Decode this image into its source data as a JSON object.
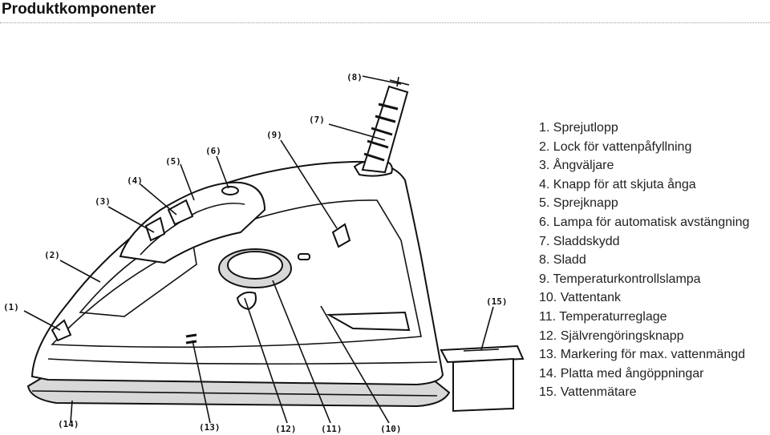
{
  "title": "Produktkomponenter",
  "parts": [
    "1. Sprejutlopp",
    "2. Lock för vattenpåfyllning",
    "3. Ångväljare",
    "4. Knapp för att skjuta ånga",
    "5. Sprejknapp",
    "6. Lampa för automatisk avstängning",
    "7. Sladdskydd",
    "8. Sladd",
    "9. Temperaturkontrollslampa",
    "10. Vattentank",
    "11. Temperaturreglage",
    "12. Självrengöringsknapp",
    "13. Markering för max. vattenmängd",
    "14. Platta med ångöppningar",
    "15. Vattenmätare"
  ],
  "callouts": [
    "(1)",
    "(2)",
    "(3)",
    "(4)",
    "(5)",
    "(6)",
    "(7)",
    "(8)",
    "(9)",
    "(10)",
    "(11)",
    "(12)",
    "(13)",
    "(14)",
    "(15)"
  ]
}
